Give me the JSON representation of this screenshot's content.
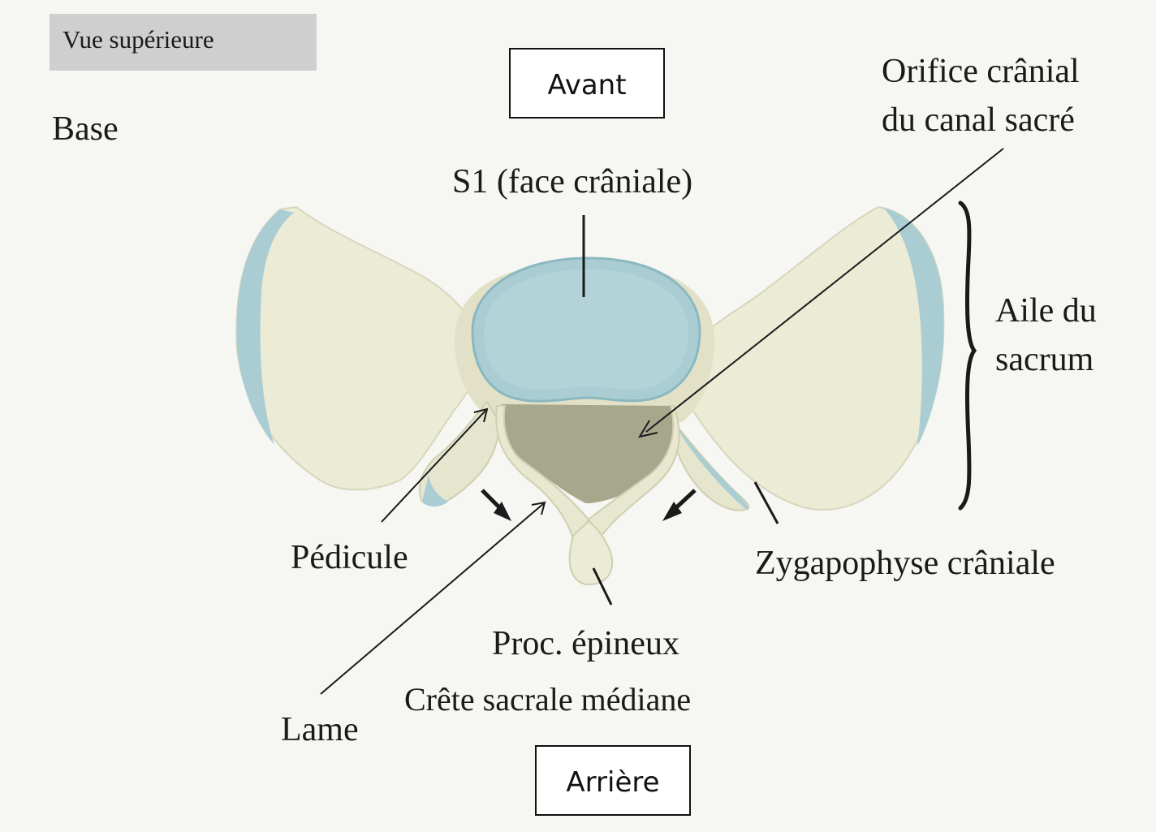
{
  "view_tag": "Vue supérieure",
  "section_title": "Base",
  "orientation": {
    "front": "Avant",
    "back": "Arrière"
  },
  "labels": {
    "s1": "S1 (face crâniale)",
    "orifice_line1": "Orifice crânial",
    "orifice_line2": "du canal sacré",
    "aile_line1": "Aile du",
    "aile_line2": "sacrum",
    "pedicule": "Pédicule",
    "zygapophyse": "Zygapophyse crâniale",
    "proc_epineux": "Proc. épineux",
    "crete": "Crête sacrale médiane",
    "lame": "Lame"
  },
  "colors": {
    "bone": "#ecebd6",
    "bone_shade": "#cfcfb2",
    "cartilage": "#a9cdd3",
    "canal": "#a7a78c",
    "ink": "#1a1a1a"
  }
}
